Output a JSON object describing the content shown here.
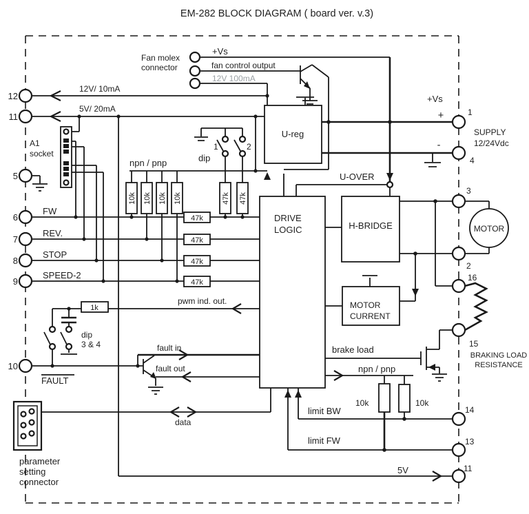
{
  "title": "EM-282 BLOCK DIAGRAM ( board ver. v.3)",
  "fan": {
    "label_line1": "Fan molex",
    "label_line2": "connector",
    "pin1": "+Vs",
    "pin2": "fan control output",
    "pin3": "12V 100mA"
  },
  "left": {
    "p12": {
      "num": "12",
      "label": "12V/ 10mA"
    },
    "p11": {
      "num": "11",
      "label": "5V/ 20mA"
    },
    "a1": {
      "line1": "A1",
      "line2": "socket"
    },
    "p5": {
      "num": "5"
    },
    "p6": {
      "num": "6",
      "label": "FW"
    },
    "p7": {
      "num": "7",
      "label": "REV."
    },
    "p8": {
      "num": "8",
      "label": "STOP"
    },
    "p9": {
      "num": "9",
      "label": "SPEED-2"
    },
    "p10": {
      "num": "10",
      "label": "FAULT"
    }
  },
  "middle": {
    "npn_pnp": "npn / pnp",
    "dip": "dip",
    "sw1": "1",
    "sw2": "2",
    "r10k": "10k",
    "r47k": "47k",
    "r1k": "1k",
    "pwm": "pwm ind. out.",
    "dip34_line2": "3 & 4",
    "fault_in": "fault in",
    "fault_out": "fault out",
    "data": "data",
    "param_line1": "parameter",
    "param_line2": "setting",
    "param_line3": "connector"
  },
  "blocks": {
    "u_reg": "U-reg",
    "u_over": "U-OVER",
    "drive_line1": "DRIVE",
    "drive_line2": "LOGIC",
    "h_bridge": "H-BRIDGE",
    "mc_line1": "MOTOR",
    "mc_line2": "CURRENT",
    "motor": "MOTOR"
  },
  "right": {
    "vs": "+Vs",
    "plus": "+",
    "p1": "1",
    "supply_line1": "SUPPLY",
    "supply_line2": "12/24Vdc",
    "minus": "-",
    "p4": "4",
    "p3": "3",
    "p2": "2",
    "p16": "16",
    "p15": "15",
    "brake_line1": "BRAKING LOAD",
    "brake_line2": "RESISTANCE",
    "brake_load": "brake load",
    "r10k_a": "10k",
    "r10k_b": "10k",
    "limit_bw": "limit BW",
    "p14": "14",
    "limit_fw": "limit FW",
    "p13": "13",
    "v5": "5V",
    "p11": "11"
  },
  "colors": {
    "line": "#1a1a1a",
    "muted": "#9aa0a4",
    "bg": "#ffffff"
  }
}
